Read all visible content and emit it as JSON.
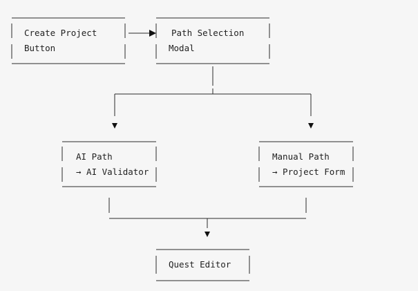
{
  "diagram": {
    "nodes": {
      "create_project": {
        "line1": "Create Project",
        "line2": "Button"
      },
      "path_selection": {
        "line1": "Path Selection",
        "line2": "Modal"
      },
      "ai_path": {
        "line1": "AI Path",
        "line2": "→ AI Validator"
      },
      "manual_path": {
        "line1": "Manual Path",
        "line2": "→ Project Form"
      },
      "quest_editor": {
        "line1": "Quest Editor"
      }
    },
    "edges": [
      {
        "from": "create_project",
        "to": "path_selection"
      },
      {
        "from": "path_selection",
        "to": "ai_path"
      },
      {
        "from": "path_selection",
        "to": "manual_path"
      },
      {
        "from": "ai_path",
        "to": "quest_editor"
      },
      {
        "from": "manual_path",
        "to": "quest_editor"
      }
    ],
    "colors": {
      "ink": "#2a2a2a",
      "background": "#f6f6f6"
    }
  }
}
